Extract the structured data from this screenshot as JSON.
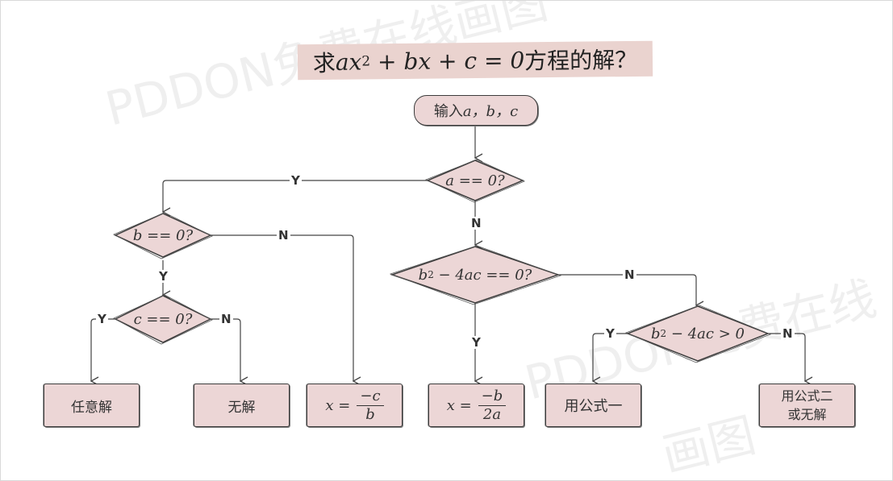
{
  "title": {
    "prefix": "求",
    "expr_1": "ax",
    "exp": "2",
    "expr_2": " + bx + c = 0",
    "suffix": "方程的解？"
  },
  "nodes": {
    "input": {
      "prefix": "输入",
      "vars": "a，b，c"
    },
    "dec_a": "a == 0?",
    "dec_b": "b == 0?",
    "dec_c": "c == 0?",
    "dec_disc_eq": {
      "b": "b",
      "exp": "2",
      "rest": " − 4ac == 0?"
    },
    "dec_disc_gt": {
      "b": "b",
      "exp": "2",
      "rest": " − 4ac > 0"
    },
    "any_solution": "任意解",
    "no_solution": "无解",
    "linear_solution": {
      "lhs": "x =",
      "num": "−c",
      "den": "b"
    },
    "double_root": {
      "lhs": "x =",
      "num": "−b",
      "den": "2a"
    },
    "formula_one": "用公式一",
    "formula_two": {
      "line1": "用公式二",
      "line2": "或无解"
    }
  },
  "edge_labels": {
    "a_yes": "Y",
    "a_no": "N",
    "b_yes": "Y",
    "b_no": "N",
    "c_yes": "Y",
    "c_no": "N",
    "disc_eq_yes": "Y",
    "disc_eq_no": "N",
    "disc_gt_yes": "Y",
    "disc_gt_no": "N"
  },
  "watermarks": {
    "w1": "PDDON免费在线画图",
    "w2": "PDDON免费在线",
    "w3": "画图"
  },
  "colors": {
    "fill": "#ecd6d6",
    "stroke": "#3c3c3c",
    "title_bg": "#ead3cf",
    "line": "#444444"
  }
}
